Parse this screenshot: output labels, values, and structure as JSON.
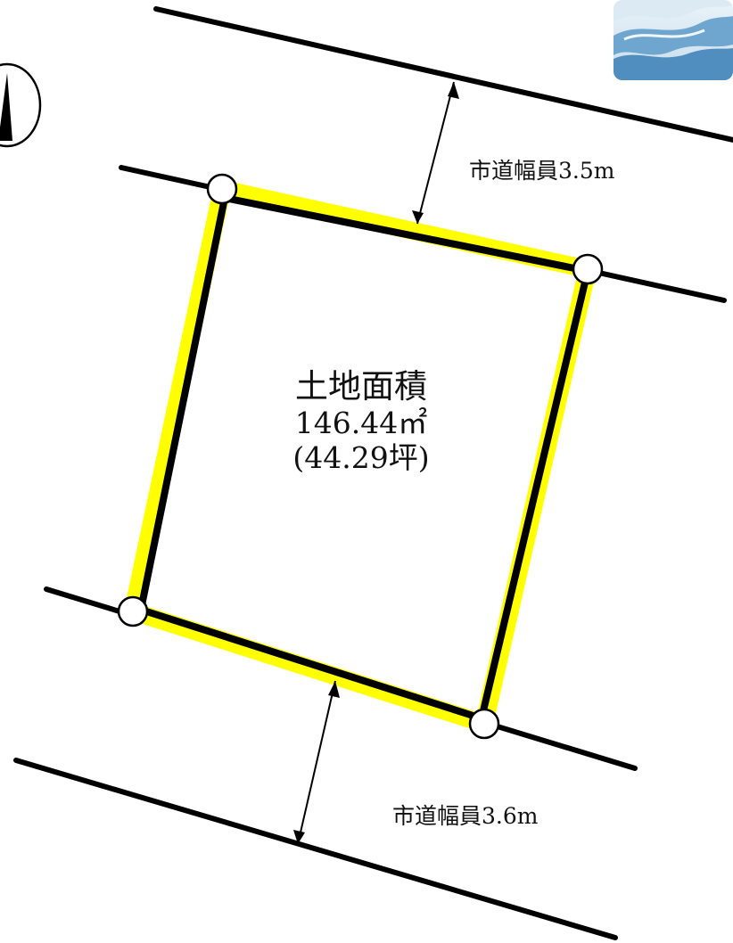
{
  "site_plan": {
    "area_title": "土地面積",
    "area_sqm": "146.44㎡",
    "area_tsubo": "(44.29坪)"
  },
  "roads": {
    "north": {
      "label": "市道幅員3.5m"
    },
    "south": {
      "label": "市道幅員3.6m"
    }
  },
  "colors": {
    "boundary_highlight": "#ffff00",
    "boundary_line": "#000000",
    "road_line": "#000000",
    "water_mark": "#7fb3d6",
    "background": "#ffffff"
  },
  "icons": {
    "compass": "north-arrow-icon",
    "corner_marker": "boundary-marker-icon",
    "logo": "wave-logo-icon"
  }
}
